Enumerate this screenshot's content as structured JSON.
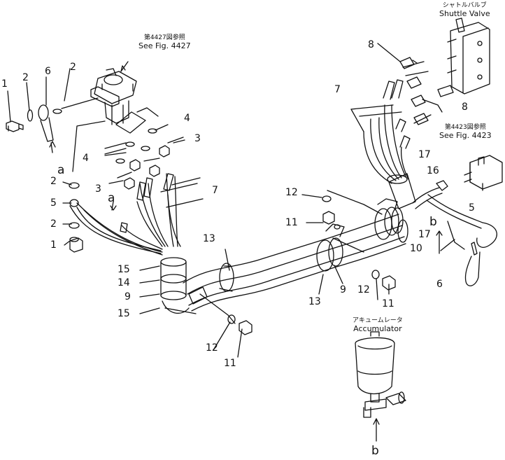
{
  "references": {
    "fig4427_jp": "第4427図参照",
    "fig4427_en": "See Fig. 4427",
    "shuttle_jp": "シャトルバルブ",
    "shuttle_en": "Shuttle Valve",
    "fig4423_jp": "第4423図参照",
    "fig4423_en": "See Fig. 4423",
    "accum_jp": "アキュームレータ",
    "accum_en": "Accumulator"
  },
  "callouts": {
    "c1a": "1",
    "c2a": "2",
    "c6": "6",
    "c2b": "2",
    "c4a": "4",
    "c4b": "4",
    "c3a": "3",
    "c3b": "3",
    "c7a": "7",
    "c2c": "2",
    "c5a": "5",
    "c2d": "2",
    "c1b": "1",
    "c15a": "15",
    "c14": "14",
    "c9a": "9",
    "c15b": "15",
    "c13a": "13",
    "c13b": "13",
    "c9b": "9",
    "c12a": "12",
    "c11a": "11",
    "c12b": "12",
    "c11b": "11",
    "c12c": "12",
    "c11c": "11",
    "c8a": "8",
    "c7b": "7",
    "c8b": "8",
    "c17a": "17",
    "c16": "16",
    "c17b": "17",
    "c10": "10",
    "c5b": "5",
    "c6b": "6",
    "la1": "a",
    "la2": "a",
    "lb1": "b",
    "lb2": "b"
  }
}
